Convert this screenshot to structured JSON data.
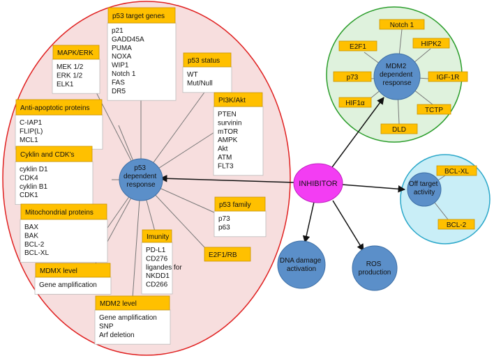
{
  "colors": {
    "p53_zone_fill": "#f7dede",
    "p53_zone_stroke": "#e02020",
    "mdm2_zone_fill": "#dff2dd",
    "mdm2_zone_stroke": "#2a9d2a",
    "offtarget_zone_fill": "#c9eef7",
    "offtarget_zone_stroke": "#2aa7c9",
    "node_fill": "#5b8fc9",
    "node_stroke": "#3d6fa6",
    "inhibitor_fill": "#f33df3",
    "label_box_fill": "#ffc000",
    "label_box_stroke": "#c89200"
  },
  "inhibitor": {
    "label": "INHIBITOR"
  },
  "p53_response": {
    "node_lines": [
      "p53",
      "dependent",
      "response"
    ],
    "categories": [
      {
        "title": "p53 target genes",
        "items": [
          "p21",
          "GADD45A",
          "PUMA",
          "NOXA",
          "WIP1",
          "Notch 1",
          "FAS",
          "DR5"
        ]
      },
      {
        "title": "MAPK/ERK",
        "items": [
          "MEK 1/2",
          "ERK 1/2",
          "ELK1"
        ]
      },
      {
        "title": "p53 status",
        "items": [
          "WT",
          "Mut/Null"
        ]
      },
      {
        "title": "Anti-apoptotic proteins",
        "items": [
          "C-IAP1",
          "FLIP(L)",
          "MCL1"
        ]
      },
      {
        "title": "PI3K/Akt",
        "items": [
          "PTEN",
          "survinin",
          "mTOR",
          "AMPK",
          "Akt",
          "ATM",
          "FLT3"
        ]
      },
      {
        "title": "Cyklin and CDK's",
        "items": [
          "cyklin D1",
          "CDK4",
          "cyklin B1",
          "CDK1"
        ]
      },
      {
        "title": "Mitochondrial proteins",
        "items": [
          "BAX",
          "BAK",
          "BCL-2",
          "BCL-XL"
        ]
      },
      {
        "title": "p53 family",
        "items": [
          "p73",
          "p63"
        ]
      },
      {
        "title": "Imunity",
        "items": [
          "PD-L1",
          "CD276",
          "ligandes for",
          "NKDD1",
          "CD266"
        ]
      },
      {
        "title": "E2F1/RB",
        "items": []
      },
      {
        "title": "MDMX level",
        "items": [
          "Gene amplification"
        ]
      },
      {
        "title": "MDM2 level",
        "items": [
          "Gene amplification",
          "SNP",
          "Arf deletion"
        ]
      }
    ]
  },
  "mdm2_response": {
    "node_lines": [
      "MDM2",
      "dependent",
      "response"
    ],
    "labels": [
      "Notch 1",
      "E2F1",
      "HIPK2",
      "p73",
      "IGF-1R",
      "HIF1α",
      "TCTP",
      "DLD"
    ]
  },
  "off_target": {
    "node_lines": [
      "Off target",
      "activity"
    ],
    "labels": [
      "BCL-XL",
      "BCL-2"
    ]
  },
  "dna_damage": {
    "node_lines": [
      "DNA damage",
      "activation"
    ]
  },
  "ros": {
    "node_lines": [
      "ROS",
      "production"
    ]
  }
}
